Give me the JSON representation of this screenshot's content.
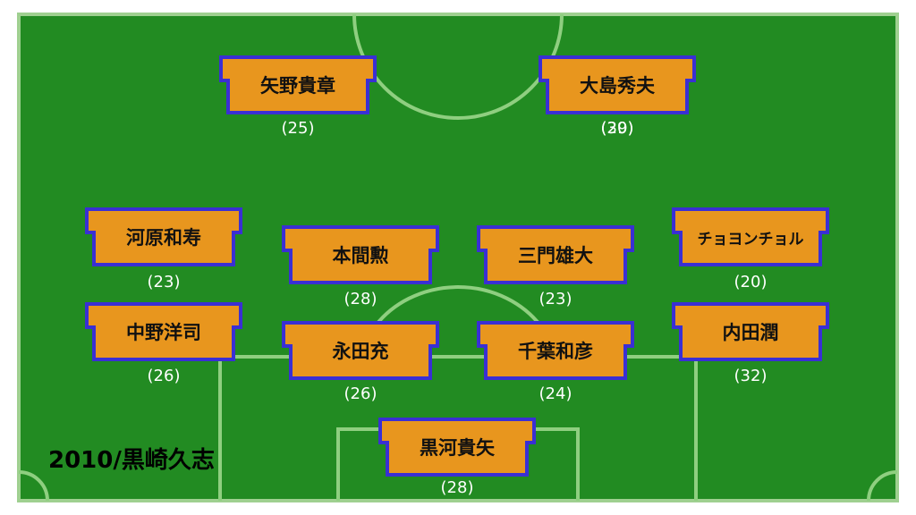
{
  "caption": "2010/黒崎久志",
  "colors": {
    "pitch": "#228b22",
    "lines": "#8fcf80",
    "border": "#9fd090",
    "shirt_fill": "#e8961e",
    "shirt_outline": "#3a2fd4",
    "age_text": "#ffffff"
  },
  "players": [
    {
      "name": "矢野貴章",
      "age": "(25)"
    },
    {
      "name": "大島秀夫",
      "age": "(29)",
      "age_overlap": "(30)"
    },
    {
      "name": "河原和寿",
      "age": "(23)"
    },
    {
      "name": "本間勲",
      "age": "(28)"
    },
    {
      "name": "三門雄大",
      "age": "(23)"
    },
    {
      "name": "チョヨンチョル",
      "age": "(20)"
    },
    {
      "name": "中野洋司",
      "age": "(26)"
    },
    {
      "name": "永田充",
      "age": "(26)"
    },
    {
      "name": "千葉和彦",
      "age": "(24)"
    },
    {
      "name": "内田潤",
      "age": "(32)"
    },
    {
      "name": "黒河貴矢",
      "age": "(28)"
    }
  ]
}
